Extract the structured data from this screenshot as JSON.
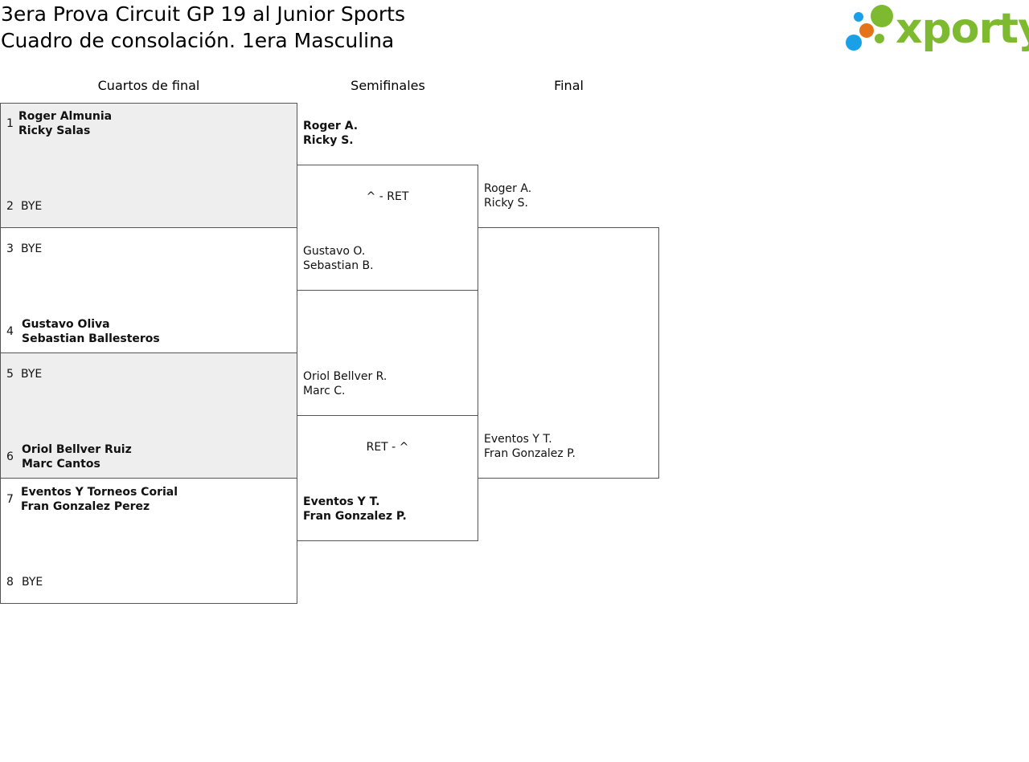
{
  "header": {
    "title_line1": "3era Prova Circuit GP 19 al Junior Sports",
    "title_line2": "Cuadro de consolación. 1era Masculina"
  },
  "logo": {
    "text": "xporty",
    "colors": {
      "green": "#7dba2f",
      "orange": "#e5731a",
      "blue": "#1aa0e6"
    }
  },
  "columns": {
    "quarterfinals": "Cuartos de final",
    "semifinals": "Semifinales",
    "final": "Final"
  },
  "quarterfinals": [
    {
      "seed": "1",
      "line1": "Roger Almunia",
      "line2": "Ricky Salas"
    },
    {
      "seed": "2",
      "line1": "BYE",
      "line2": ""
    },
    {
      "seed": "3",
      "line1": "BYE",
      "line2": ""
    },
    {
      "seed": "4",
      "line1": "Gustavo Oliva",
      "line2": "Sebastian Ballesteros"
    },
    {
      "seed": "5",
      "line1": "BYE",
      "line2": ""
    },
    {
      "seed": "6",
      "line1": "Oriol Bellver Ruiz",
      "line2": "Marc Cantos"
    },
    {
      "seed": "7",
      "line1": "Eventos Y Torneos Corial",
      "line2": "Fran Gonzalez Perez"
    },
    {
      "seed": "8",
      "line1": "BYE",
      "line2": ""
    }
  ],
  "semifinals": [
    {
      "line1": "Roger A.",
      "line2": "Ricky S."
    },
    {
      "line1": "Gustavo O.",
      "line2": "Sebastian B."
    },
    {
      "line1": "Oriol Bellver R.",
      "line2": "Marc C."
    },
    {
      "line1": "Eventos Y T.",
      "line2": "Fran Gonzalez P."
    }
  ],
  "semifinal_scores": [
    "^ - RET",
    "RET - ^"
  ],
  "final": [
    {
      "line1": "Roger A.",
      "line2": "Ricky S."
    },
    {
      "line1": "Eventos Y T.",
      "line2": "Fran Gonzalez P."
    }
  ]
}
